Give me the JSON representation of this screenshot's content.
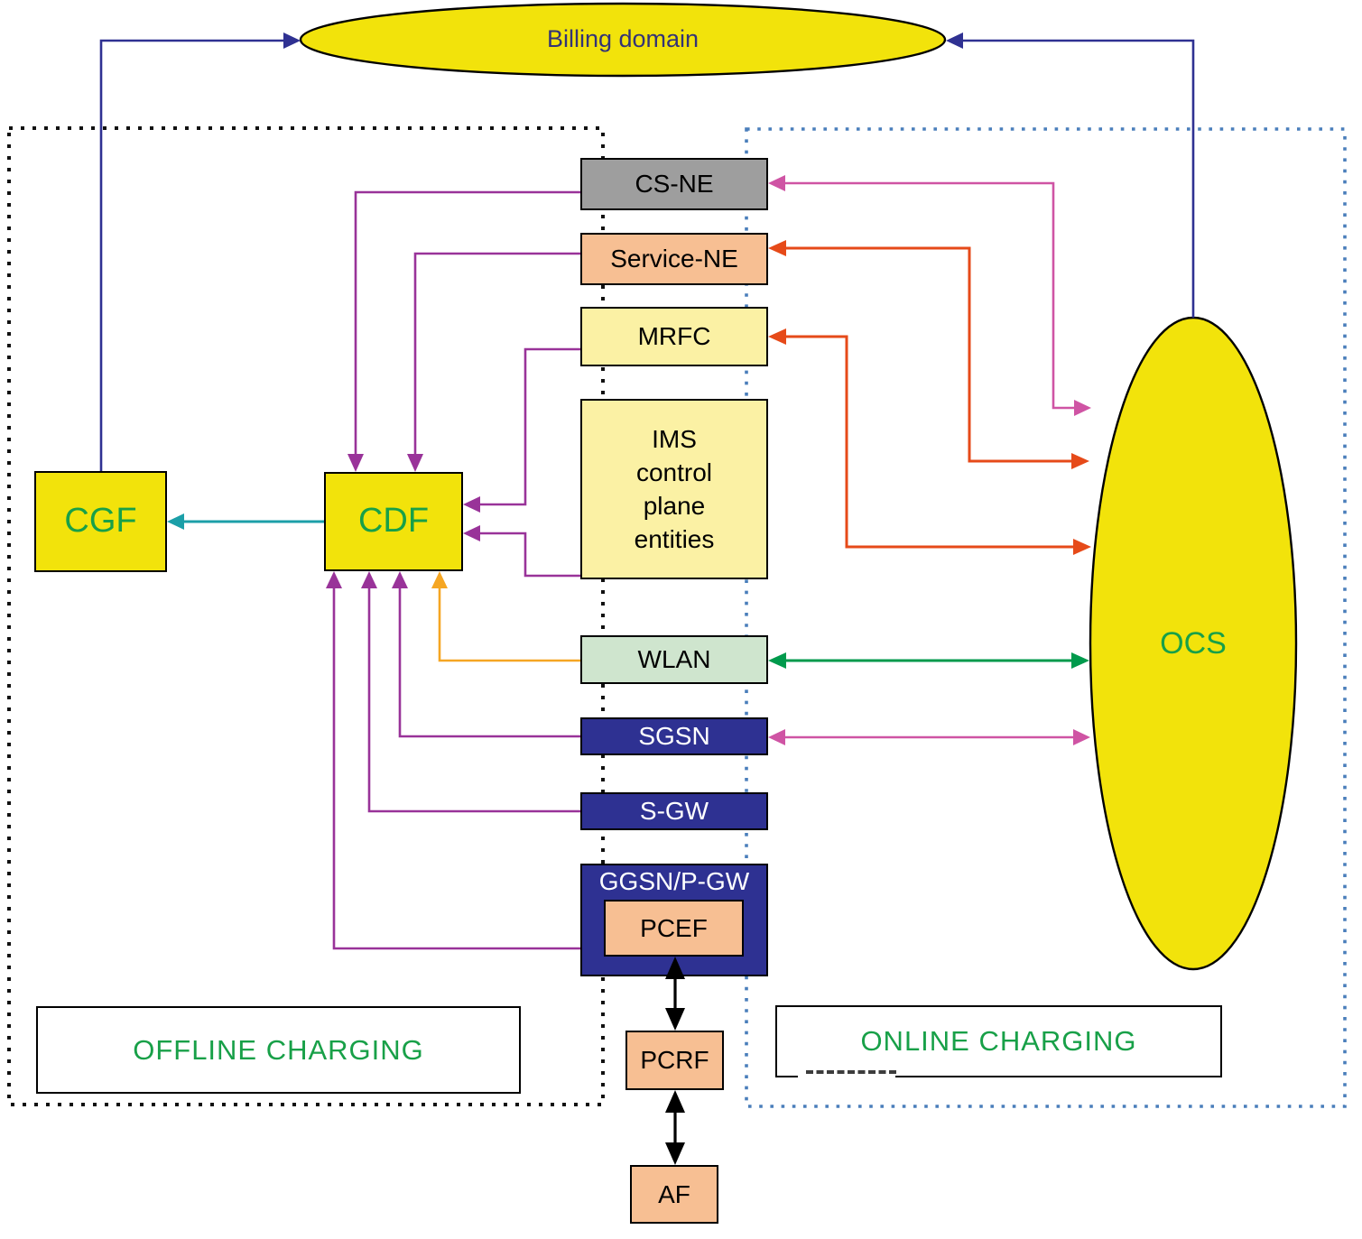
{
  "nodes": {
    "billing_domain": "Billing domain",
    "cs_ne": "CS-NE",
    "service_ne": "Service-NE",
    "mrfc": "MRFC",
    "ims": "IMS control plane entities",
    "wlan": "WLAN",
    "sgsn": "SGSN",
    "sgw": "S-GW",
    "ggsn_pgw": "GGSN/P-GW",
    "pcef": "PCEF",
    "pcrf": "PCRF",
    "af": "AF",
    "cgf": "CGF",
    "cdf": "CDF",
    "ocs": "OCS"
  },
  "regions": {
    "offline_label": "OFFLINE CHARGING",
    "online_label": "ONLINE CHARGING"
  },
  "colors": {
    "node_yellow": "#F2E30B",
    "node_light_yellow": "#FBF1A4",
    "node_light_green": "#CFE5CE",
    "node_peach": "#F7BF93",
    "node_gray": "#9E9E9E",
    "node_navy": "#2E3192",
    "green_text": "#18A048",
    "navy_text": "#333377",
    "line_purple": "#993399",
    "line_pink": "#CF54A4",
    "line_red": "#E64A19",
    "line_orange": "#F5A623",
    "line_teal": "#1B9FA8",
    "line_green": "#009A4C",
    "line_navy": "#2F3192",
    "line_black": "#000000",
    "border_black_dotted": "#111111",
    "border_blue_dotted": "#4A7EBB"
  }
}
